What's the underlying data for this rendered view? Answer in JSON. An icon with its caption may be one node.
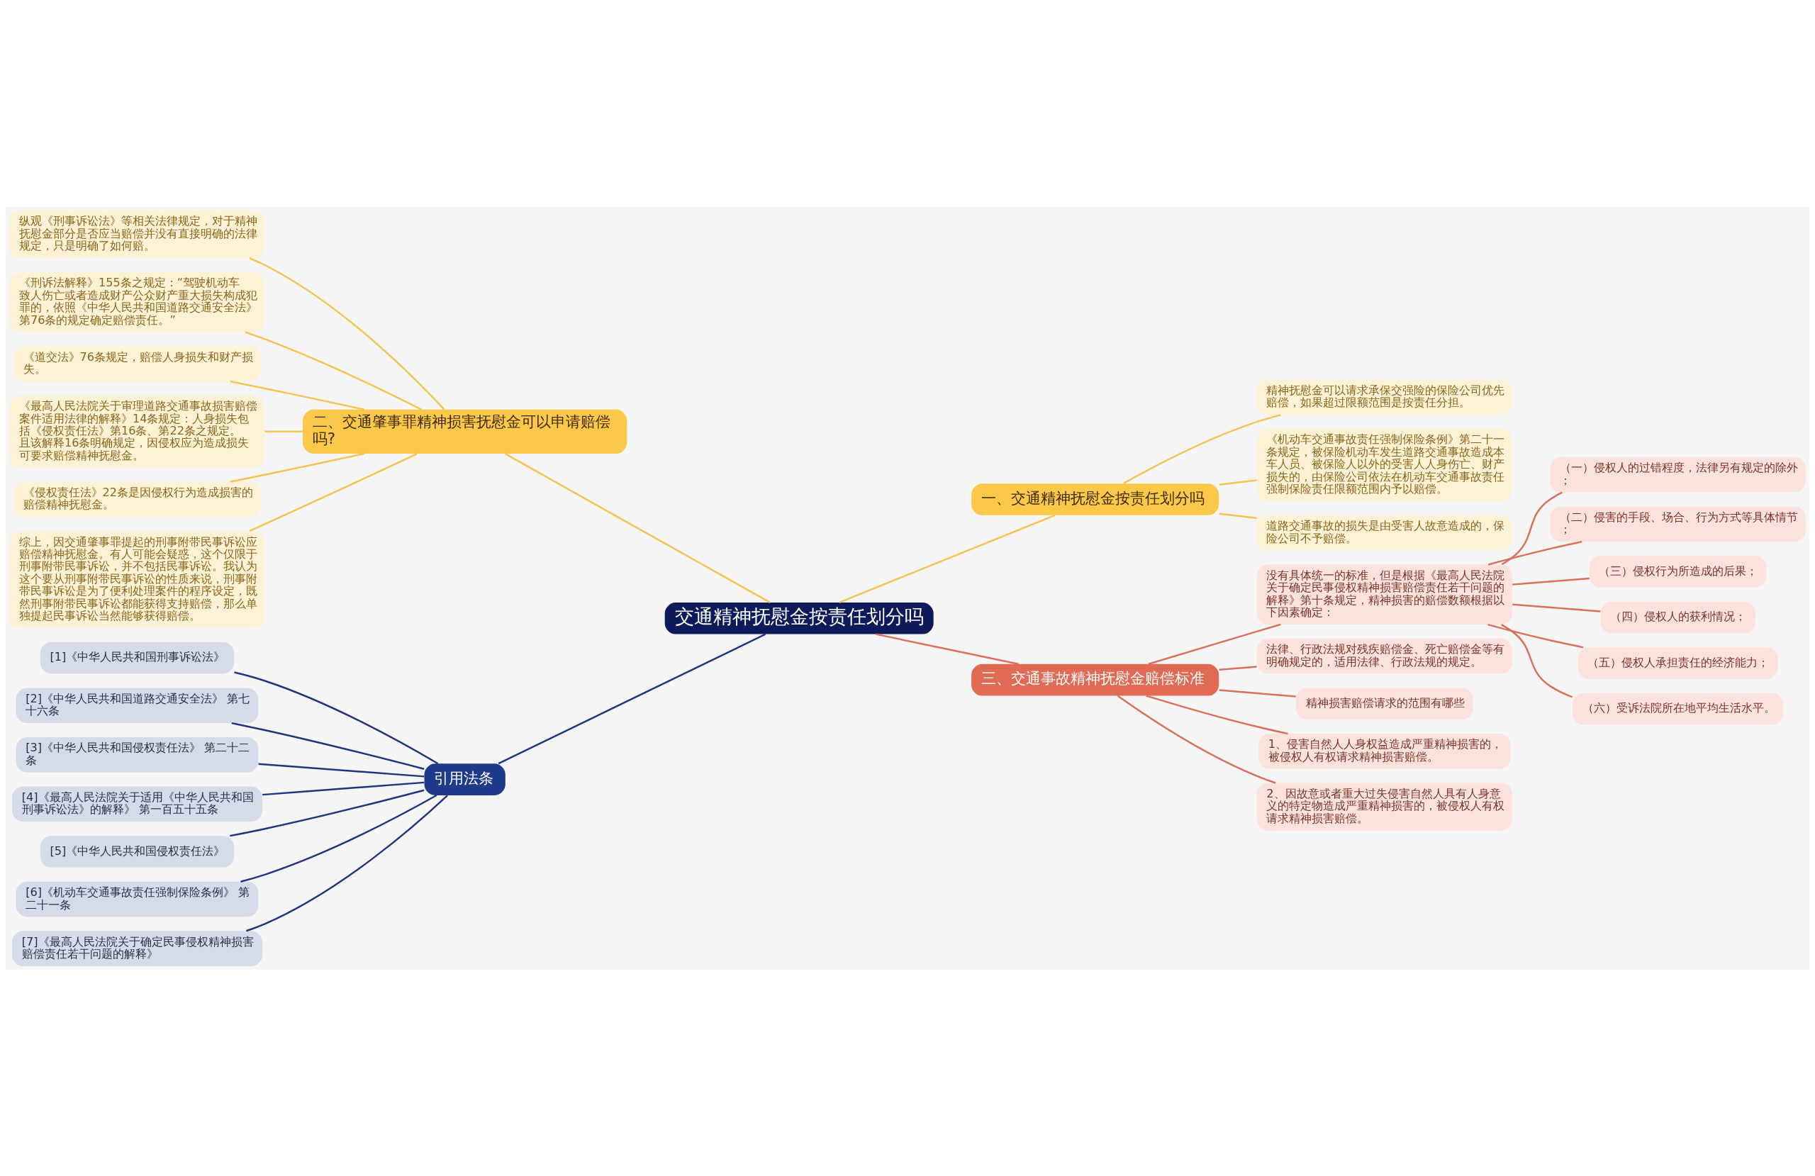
{
  "diagram": {
    "nodes": [
      {
        "text": [
          "交通精神抚慰金按责任划分吗"
        ]
      },
      {
        "text": [
          "一、交通精神抚慰金按责任划分吗"
        ]
      },
      {
        "text": [
          "精神抚慰金可以请求承保交强险的保险公司优先赔偿，如果超过限额范围是按责任分担。"
        ]
      },
      {
        "text": [
          "《机动车交通事故责任强制保险条例》第二十一条规定，被保险机动车发生道路交通事故造成本车人员、被保险人以外的受害人人身伤亡、财产损失的，由保险公司依法在机动车交通事故责任强制保险责任限额范围内予以赔偿。"
        ]
      },
      {
        "text": [
          "道路交通事故的损失是由受害人故意造成的，保险公司不予赔偿。"
        ]
      },
      {
        "text": [
          "三、交通事故精神抚慰金赔偿标准"
        ]
      },
      {
        "text": [
          "没有具体统一的标准，但是根据《最高人民法院关于确定民事侵权精神损害赔偿责任若干问题的解释》第十条规定，精神损害的赔偿数额根据以下因素确定："
        ]
      },
      {
        "text": [
          "（一）侵权人的过错程度，法律另有规定的除外；"
        ]
      },
      {
        "text": [
          "（二）侵害的手段、场合、行为方式等具体情节；"
        ]
      },
      {
        "text": [
          "（三）侵权行为所造成的后果；"
        ]
      },
      {
        "text": [
          "（四）侵权人的获利情况；"
        ]
      },
      {
        "text": [
          "（五）侵权人承担责任的经济能力；"
        ]
      },
      {
        "text": [
          "（六）受诉法院所在地平均生活水平。"
        ]
      },
      {
        "text": [
          "法律、行政法规对残疾赔偿金、死亡赔偿金等有明确规定的，适用法律、行政法规的规定。"
        ]
      },
      {
        "text": [
          "精神损害赔偿请求的范围有哪些"
        ]
      },
      {
        "text": [
          "1、侵害自然人人身权益造成严重精神损害的，被侵权人有权请求精神损害赔偿。"
        ]
      },
      {
        "text": [
          "2、因故意或者重大过失侵害自然人具有人身意义的特定物造成严重精神损害的，被侵权人有权请求精神损害赔偿。"
        ]
      },
      {
        "text": [
          "二、交通肇事罪精神损害抚慰金可以申请赔偿吗?"
        ]
      },
      {
        "text": [
          "纵观《刑事诉讼法》等相关法律规定，对于精神抚慰金部分是否应当赔偿并没有直接明确的法律规定，只是明确了如何赔。"
        ]
      },
      {
        "text": [
          "《刑诉法解释》155条之规定：“驾驶机动车致人伤亡或者造成财产公众财产重大损失构成犯罪的，依照《中华人民共和国道路交通安全法》第76条的规定确定赔偿责任。”"
        ]
      },
      {
        "text": [
          "《道交法》76条规定，赔偿人身损失和财产损失。"
        ]
      },
      {
        "text": [
          "《最高人民法院关于审理道路交通事故损害赔偿案件适用法律的解释》14条规定：人身损失包括《侵权责任法》第16条、第22条之规定。且该解释16条明确规定，因侵权应为造成损失可要求赔偿精神抚慰金。"
        ]
      },
      {
        "text": [
          "《侵权责任法》22条是因侵权行为造成损害的赔偿精神抚慰金。"
        ]
      },
      {
        "text": [
          "综上，因交通肇事罪提起的刑事附带民事诉讼应赔偿精神抚慰金。有人可能会疑惑，这个仅限于刑事附带民事诉讼，并不包括民事诉讼。我认为这个要从刑事附带民事诉讼的性质来说，刑事附带民事诉讼是为了便利处理案件的程序设定，既然刑事附带民事诉讼都能获得支持赔偿，那么单独提起民事诉讼当然能够获得赔偿。"
        ]
      },
      {
        "text": [
          "引用法条"
        ]
      },
      {
        "text": [
          "[1]《中华人民共和国刑事诉讼法》"
        ]
      },
      {
        "text": [
          "[2]《中华人民共和国道路交通安全法》 第七十六条"
        ]
      },
      {
        "text": [
          "[3]《中华人民共和国侵权责任法》 第二十二条"
        ]
      },
      {
        "text": [
          "[4]《最高人民法院关于适用《中华人民共和国刑事诉讼法》的解释》 第一百五十五条"
        ]
      },
      {
        "text": [
          "[5]《中华人民共和国侵权责任法》"
        ]
      },
      {
        "text": [
          "[6]《机动车交通事故责任强制保险条例》 第二十一条"
        ]
      },
      {
        "text": [
          "[7]《最高人民法院关于确定民事侵权精神损害赔偿责任若干问题的解释》"
        ]
      }
    ],
    "edges": [
      {
        "from": 0,
        "to": 1,
        "arrow": "none",
        "color": "#f5c451"
      },
      {
        "from": 1,
        "to": 2,
        "arrow": "none",
        "color": "#f5c451"
      },
      {
        "from": 1,
        "to": 3,
        "arrow": "none",
        "color": "#f5c451"
      },
      {
        "from": 1,
        "to": 4,
        "arrow": "none",
        "color": "#f5c451"
      },
      {
        "from": 0,
        "to": 5,
        "arrow": "none"
      },
      {
        "from": 5,
        "to": 6,
        "arrow": "none"
      },
      {
        "from": 6,
        "to": 7,
        "arrow": "none"
      },
      {
        "from": 6,
        "to": 8,
        "arrow": "none"
      },
      {
        "from": 6,
        "to": 9,
        "arrow": "none"
      },
      {
        "from": 6,
        "to": 10,
        "arrow": "none"
      },
      {
        "from": 6,
        "to": 11,
        "arrow": "none"
      },
      {
        "from": 6,
        "to": 12,
        "arrow": "none"
      },
      {
        "from": 5,
        "to": 13,
        "arrow": "none"
      },
      {
        "from": 5,
        "to": 14,
        "arrow": "none"
      },
      {
        "from": 5,
        "to": 15,
        "arrow": "none"
      },
      {
        "from": 5,
        "to": 16,
        "arrow": "none"
      },
      {
        "from": 0,
        "to": 17,
        "arrow": "none",
        "color": "#f5c451"
      },
      {
        "from": 17,
        "to": 18,
        "arrow": "none",
        "color": "#f5c451"
      },
      {
        "from": 17,
        "to": 19,
        "arrow": "none",
        "color": "#f5c451"
      },
      {
        "from": 17,
        "to": 20,
        "arrow": "none",
        "color": "#f5c451"
      },
      {
        "from": 17,
        "to": 21,
        "arrow": "none",
        "color": "#f5c451"
      },
      {
        "from": 17,
        "to": 22,
        "arrow": "none",
        "color": "#f5c451"
      },
      {
        "from": 17,
        "to": 23,
        "arrow": "none",
        "color": "#f5c451"
      },
      {
        "from": 0,
        "to": 24,
        "arrow": "none",
        "color": "#1f3580"
      },
      {
        "from": 24,
        "to": 25,
        "arrow": "none",
        "color": "#1f3580"
      },
      {
        "from": 24,
        "to": 26,
        "arrow": "none",
        "color": "#1f3580"
      },
      {
        "from": 24,
        "to": 27,
        "arrow": "none",
        "color": "#1f3580"
      },
      {
        "from": 24,
        "to": 28,
        "arrow": "none",
        "color": "#1f3580"
      },
      {
        "from": 24,
        "to": 29,
        "arrow": "none",
        "color": "#1f3580"
      },
      {
        "from": 24,
        "to": 30,
        "arrow": "none",
        "color": "#1f3580"
      },
      {
        "from": 24,
        "to": 31,
        "arrow": "none",
        "color": "#1f3580"
      }
    ]
  }
}
